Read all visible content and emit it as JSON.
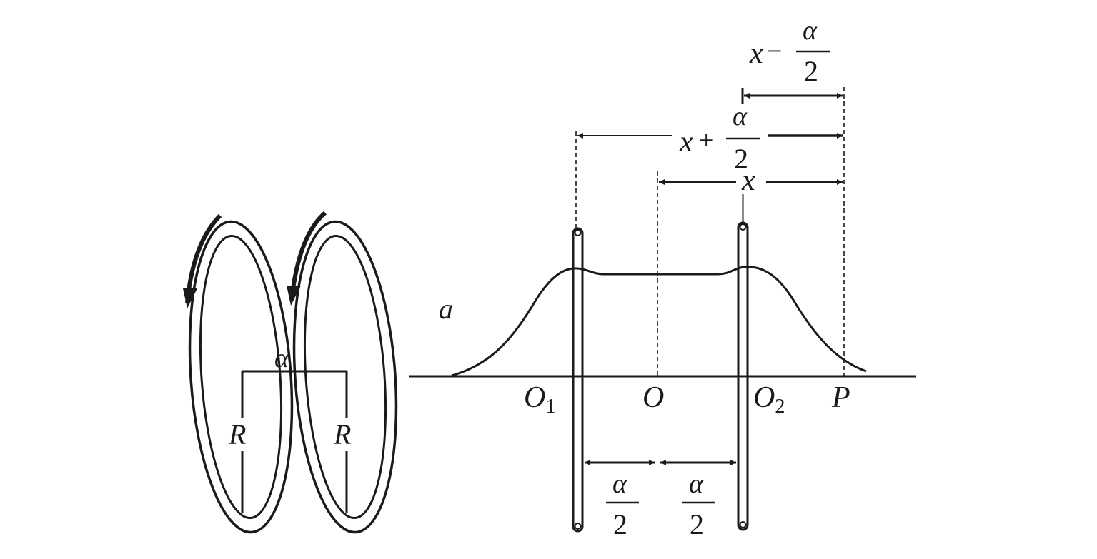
{
  "coils": {
    "separation_label": "α",
    "left_radius_label": "R",
    "right_radius_label": "R"
  },
  "plot": {
    "curve_label": "a",
    "points": {
      "o1": "O",
      "o1_sub": "1",
      "o": "O",
      "o2": "O",
      "o2_sub": "2",
      "p": "P"
    },
    "dimensions": {
      "x_minus_var": "x",
      "x_minus_op": "−",
      "x_minus_num": "α",
      "x_minus_den": "2",
      "x_plus_var": "x",
      "x_plus_op": "+",
      "x_plus_num": "α",
      "x_plus_den": "2",
      "x_label": "x",
      "half_left_num": "α",
      "half_left_den": "2",
      "half_right_num": "α",
      "half_right_den": "2"
    }
  }
}
